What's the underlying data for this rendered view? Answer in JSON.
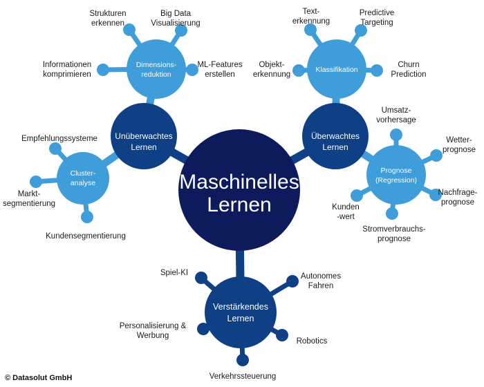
{
  "colors": {
    "center": "#0d1b5c",
    "level1": "#0f3f85",
    "level2": "#3f9ed9",
    "level2_leaf": "#3f9ed9",
    "reinforcement_leaf": "#0f3f85",
    "text": "#1a1a1a"
  },
  "center": {
    "lines": [
      "Maschinelles",
      "Lernen"
    ]
  },
  "branches": {
    "unsupervised": {
      "lines": [
        "Unüberwachtes",
        "Lernen"
      ],
      "dimred": {
        "lines": [
          "Dimensions-",
          "reduktion"
        ],
        "leaves": {
          "structures": [
            "Strukturen",
            "erkennen"
          ],
          "bigdata": [
            "Big Data",
            "Visualisierung"
          ],
          "info": [
            "Informationen",
            "komprimieren"
          ],
          "mlfeat": [
            "ML-Features",
            "erstellen"
          ]
        }
      },
      "cluster": {
        "lines": [
          "Cluster-",
          "analyse"
        ],
        "leaves": {
          "recsys": [
            "Empfehlungssysteme"
          ],
          "market": [
            "Markt-",
            "segmentierung"
          ],
          "customer": [
            "Kundensegmentierung"
          ]
        }
      }
    },
    "supervised": {
      "lines": [
        "Überwachtes",
        "Lernen"
      ],
      "classification": {
        "lines": [
          "Klassifikation"
        ],
        "leaves": {
          "text": [
            "Text-",
            "erkennung"
          ],
          "predictive": [
            "Predictive",
            "Targeting"
          ],
          "object": [
            "Objekt-",
            "erkennung"
          ],
          "churn": [
            "Churn",
            "Prediction"
          ]
        }
      },
      "regression": {
        "lines": [
          "Prognose",
          "(Regression)"
        ],
        "leaves": {
          "sales": [
            "Umsatz-",
            "vorhersage"
          ],
          "weather": [
            "Wetter-",
            "prognose"
          ],
          "demand": [
            "Nachfrage-",
            "prognose"
          ],
          "power": [
            "Stromverbrauchs-",
            "prognose"
          ],
          "clv": [
            "Kunden",
            "-wert"
          ]
        }
      }
    },
    "reinforcement": {
      "lines": [
        "Verstärkendes",
        "Lernen"
      ],
      "leaves": {
        "gameai": [
          "Spiel-KI"
        ],
        "driving": [
          "Autonomes",
          "Fahren"
        ],
        "personal": [
          "Personalisierung &",
          "Werbung"
        ],
        "robotics": [
          "Robotics"
        ],
        "traffic": [
          "Verkehrssteuerung"
        ]
      }
    }
  },
  "copyright": "© Datasolut GmbH"
}
